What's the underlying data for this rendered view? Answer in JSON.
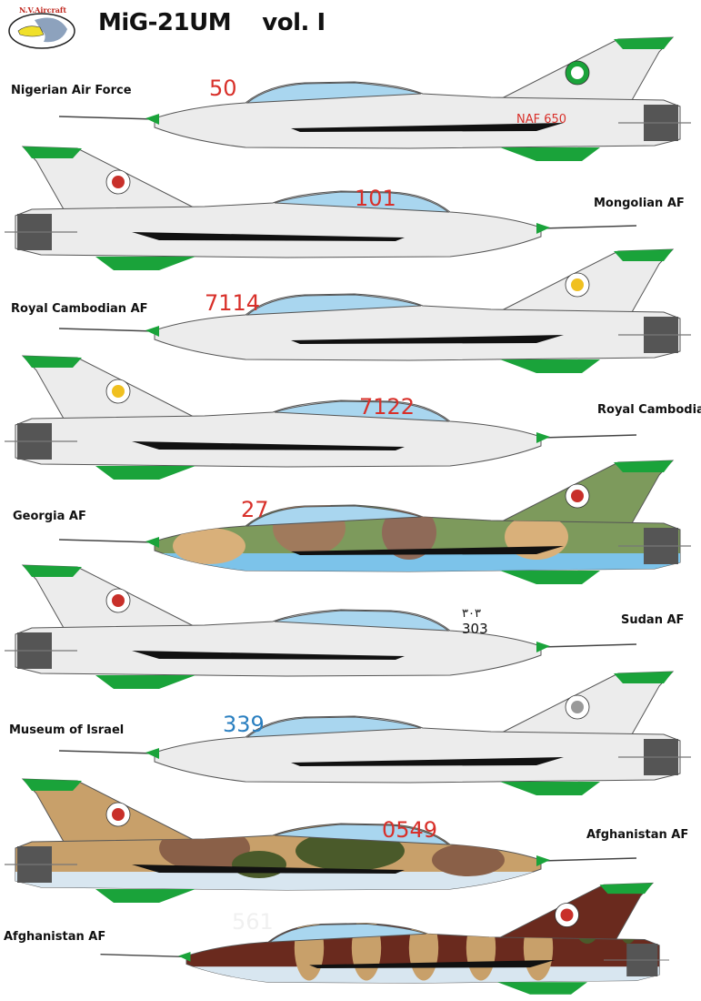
{
  "header": {
    "logo_text": "N.V.Aircraft",
    "title": "MiG-21UM    vol. I"
  },
  "aircraft": [
    {
      "label": "Nigerian Air Force",
      "code": "50",
      "extra": "NAF 650",
      "scheme": "natural-metal",
      "code_color": "#d8302a",
      "insignia": "nigeria-roundel"
    },
    {
      "label": "Mongolian  AF",
      "code": "101",
      "extra": "",
      "scheme": "natural-metal",
      "code_color": "#d8302a",
      "insignia": "mongolia-soyombo"
    },
    {
      "label": "Royal Cambodian AF",
      "code": "7114",
      "extra": "",
      "scheme": "natural-metal",
      "code_color": "#d8302a",
      "insignia": "cambodia-roundel"
    },
    {
      "label": "Royal Cambodian AF",
      "code": "7122",
      "extra": "",
      "scheme": "natural-metal",
      "code_color": "#d8302a",
      "insignia": "cambodia-roundel"
    },
    {
      "label": "Georgia  AF",
      "code": "27",
      "extra": "",
      "scheme": "green-brown-tan-camo",
      "code_color": "#d8302a",
      "insignia": "georgia-roundel"
    },
    {
      "label": "Sudan  AF",
      "code": "303",
      "extra": "٣٠٣",
      "scheme": "natural-metal",
      "code_color": "#111111",
      "insignia": "sudan-flag"
    },
    {
      "label": "Museum of Israel",
      "code": "339",
      "extra": "",
      "scheme": "natural-metal",
      "code_color": "#2a7fc0",
      "insignia": "grey-disc"
    },
    {
      "label": "Afghanistan  AF",
      "code": "0549",
      "extra": "",
      "scheme": "desert-camo",
      "code_color": "#d8302a",
      "insignia": "afghan-star-roundel"
    },
    {
      "label": "Afghanistan  AF",
      "code": "561",
      "extra": "",
      "scheme": "brown-tiger-camo",
      "code_color": "#f0f0f0",
      "insignia": "afghan-roundel"
    }
  ],
  "colors": {
    "fin_tip": "#1aa33a",
    "canopy": "#a9d6ef",
    "metal": "#ececec",
    "underside_blue": "#7cc3ea"
  }
}
